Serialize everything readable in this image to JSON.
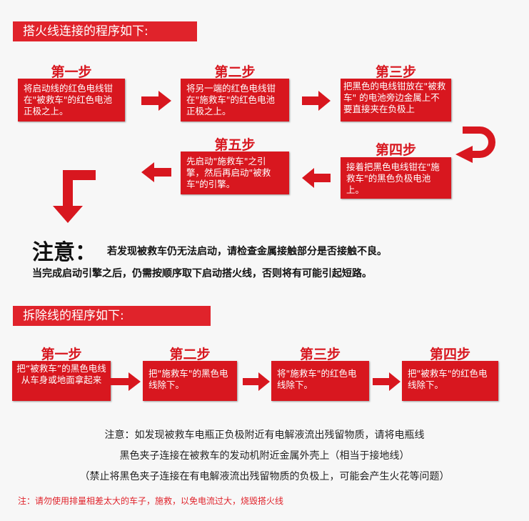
{
  "section1": {
    "title": "搭火线连接的程序如下:",
    "steps": [
      {
        "label": "第一步",
        "text": "将启动线的红色电线钳在\"被救车\"的红色电池正极之上。"
      },
      {
        "label": "第二步",
        "text": "将另一端的红色电线钳在\"施救车\"的红色电池正极之上。"
      },
      {
        "label": "第三步",
        "text": "把黑色的电线钳放在\"被救车\" 的电池旁边金属上不要直接夹在负极上"
      },
      {
        "label": "第四步",
        "text": "接着把黑色电线钳在\"施救车\"的黑色负极电池上。"
      },
      {
        "label": "第五步",
        "text": "先启动\"施救车\"之引擎，然后再启动\"被救车\"的引擎。"
      }
    ]
  },
  "caution": {
    "heading": "注意：",
    "line1": "若发现被救车仍无法启动，请检查金属接触部分是否接触不良。",
    "line2": "当完成启动引擎之后，仍需按顺序取下启动搭火线，否则将有可能引起短路。"
  },
  "section2": {
    "title": "拆除线的程序如下:",
    "steps": [
      {
        "label": "第一步",
        "text": "把“被救车”的黑色电线从车身或地面拿起来"
      },
      {
        "label": "第二步",
        "text": "把\"施救车\"的黑色电线除下。"
      },
      {
        "label": "第三步",
        "text": "将\"施救车\"的红色电线除下。"
      },
      {
        "label": "第四步",
        "text": "把\"被救车\"的红色电线除下。"
      }
    ]
  },
  "notes": [
    "注意：如发现被救车电瓶正负极附近有电解液流出残留物质，请将电瓶线",
    "黑色夹子连接在被救车的发动机附近金属外壳上（相当于接地线）",
    "（禁止将黑色夹子连接在有电解液流出残留物质的负极上，可能会产生火花等问题）"
  ],
  "footnote": "注：请勿使用排量相差太大的车子，施救，以免电流过大，烧毁搭火线",
  "colors": {
    "red": "#d8171f"
  }
}
